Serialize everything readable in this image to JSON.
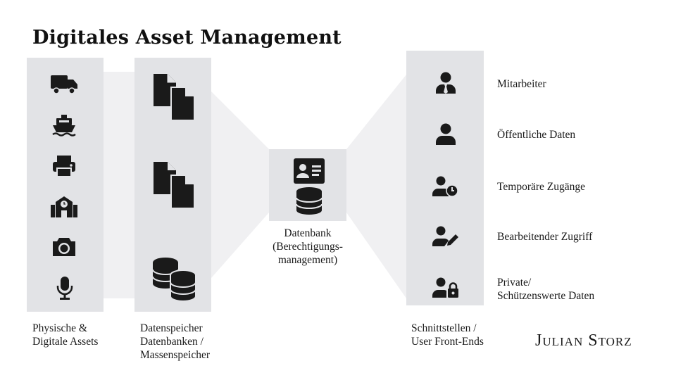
{
  "title": "Digitales Asset Management",
  "columns": {
    "physical": {
      "label_line1": "Physische &",
      "label_line2": "Digitale Assets",
      "icons": [
        "truck-icon",
        "ship-icon",
        "printer-icon",
        "school-building-icon",
        "camera-icon",
        "microphone-icon"
      ]
    },
    "storage": {
      "label_line1": "Datenspeicher",
      "label_line2": "Datenbanken /",
      "label_line3": "Massenspeicher",
      "icons": [
        "documents-icon",
        "documents-icon",
        "database-icon"
      ]
    },
    "database": {
      "label_line1": "Datenbank",
      "label_line2": "(Berechtigungs-",
      "label_line3": "management)",
      "icons": [
        "id-card-icon",
        "database-icon"
      ]
    },
    "interfaces": {
      "label_line1": "Schnittstellen /",
      "label_line2": "User Front-Ends",
      "items": [
        {
          "icon": "user-tie-icon",
          "line1": "Mitarbeiter",
          "line2": ""
        },
        {
          "icon": "user-icon",
          "line1": "Öffentliche Daten",
          "line2": ""
        },
        {
          "icon": "user-clock-icon",
          "line1": "Temporäre Zugänge",
          "line2": ""
        },
        {
          "icon": "user-edit-icon",
          "line1": "Bearbeitender Zugriff",
          "line2": ""
        },
        {
          "icon": "user-lock-icon",
          "line1": "Private/",
          "line2": "Schützenswerte Daten"
        }
      ]
    }
  },
  "brand": "Julian Storz",
  "colors": {
    "panel": "#e2e3e6",
    "connector": "#f0f0f2",
    "icon": "#1a1a1a"
  }
}
